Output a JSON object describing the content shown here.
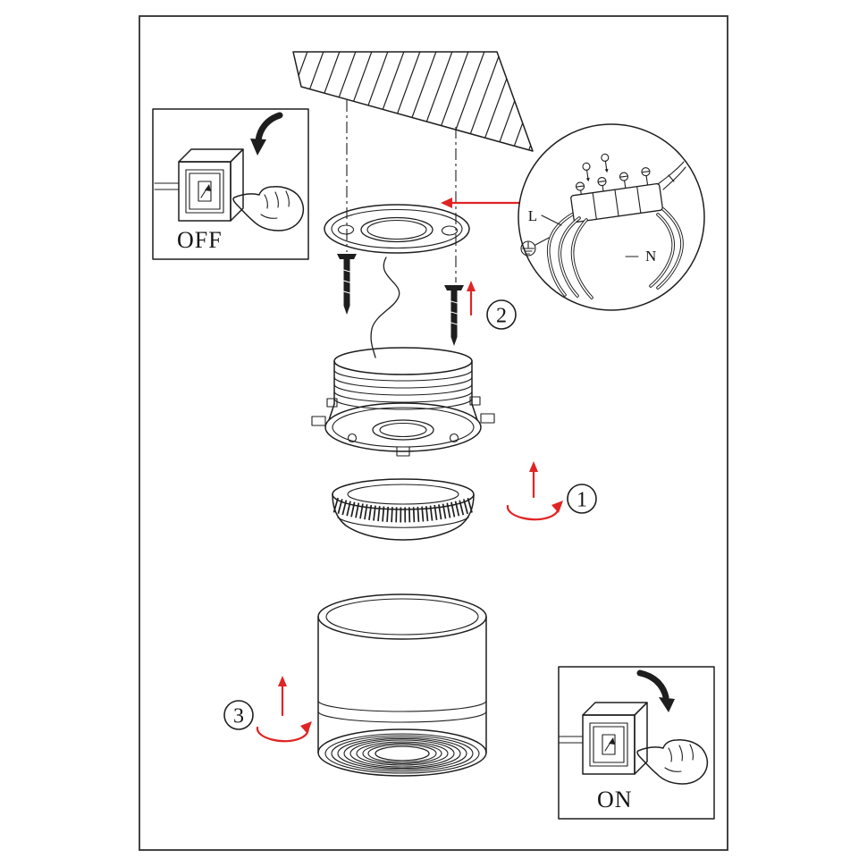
{
  "colors": {
    "line": "#1e1e1e",
    "accent_red": "#e02424",
    "background": "#ffffff"
  },
  "steps": [
    {
      "number": "1"
    },
    {
      "number": "2"
    },
    {
      "number": "3"
    }
  ],
  "wiring_detail": {
    "live_label": "L",
    "neutral_label": "N"
  },
  "switch_off_inset": {
    "label": "OFF"
  },
  "switch_on_inset": {
    "label": "ON"
  }
}
